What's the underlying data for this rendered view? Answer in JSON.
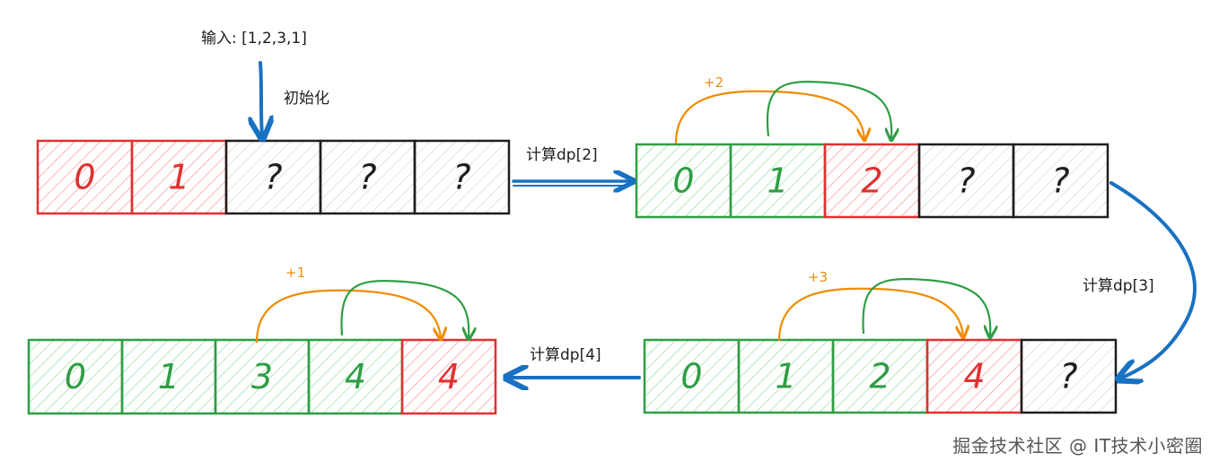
{
  "input_label": "输入: [1,2,3,1]",
  "init_label": "初始化",
  "watermark": "掘金技术社区 @ IT技术小密圈",
  "colors": {
    "red_stroke": "#e03131",
    "green_stroke": "#2f9e44",
    "black_stroke": "#1e1e1e",
    "red_hatch": "#ffc9c9",
    "green_hatch": "#b2f2bb",
    "gray_hatch": "#d0d7de",
    "arrow_blue": "#1971c2",
    "arrow_orange": "#f08c00",
    "arrow_green": "#2f9e44"
  },
  "arrays": [
    {
      "id": "init",
      "cells": [
        {
          "v": "0",
          "s": "red"
        },
        {
          "v": "1",
          "s": "red"
        },
        {
          "v": "?",
          "s": "black"
        },
        {
          "v": "?",
          "s": "black"
        },
        {
          "v": "?",
          "s": "black"
        }
      ]
    },
    {
      "id": "dp2",
      "cells": [
        {
          "v": "0",
          "s": "green"
        },
        {
          "v": "1",
          "s": "green"
        },
        {
          "v": "2",
          "s": "red"
        },
        {
          "v": "?",
          "s": "black"
        },
        {
          "v": "?",
          "s": "black"
        }
      ]
    },
    {
      "id": "dp3",
      "cells": [
        {
          "v": "0",
          "s": "green"
        },
        {
          "v": "1",
          "s": "green"
        },
        {
          "v": "2",
          "s": "green"
        },
        {
          "v": "4",
          "s": "red"
        },
        {
          "v": "?",
          "s": "black"
        }
      ]
    },
    {
      "id": "dp4",
      "cells": [
        {
          "v": "0",
          "s": "green"
        },
        {
          "v": "1",
          "s": "green"
        },
        {
          "v": "3",
          "s": "green"
        },
        {
          "v": "4",
          "s": "green"
        },
        {
          "v": "4",
          "s": "red"
        }
      ]
    }
  ],
  "steps": [
    {
      "label": "计算dp[2]",
      "increment": "+2"
    },
    {
      "label": "计算dp[3]",
      "increment": "+3"
    },
    {
      "label": "计算dp[4]",
      "increment": "+1"
    }
  ]
}
